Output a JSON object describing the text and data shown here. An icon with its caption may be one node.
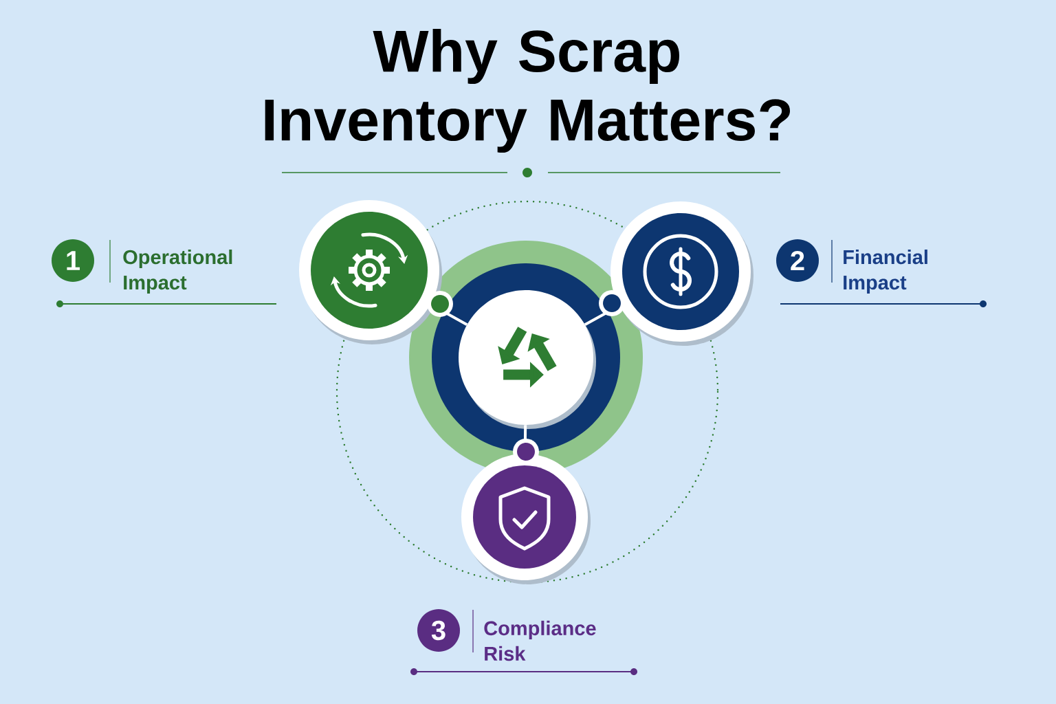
{
  "diagram": {
    "title": "Why Scrap Inventory Matters?",
    "nodes": [
      {
        "text": [],
        "shape": "circle"
      },
      {
        "text": [],
        "shape": "circle"
      },
      {
        "text": [],
        "shape": "circle"
      },
      {
        "text": [],
        "shape": "circle"
      },
      {
        "text": [
          "1"
        ],
        "beside": [
          "Operational Impact"
        ]
      },
      {
        "text": [
          "2"
        ],
        "beside": [
          "Financial Impact"
        ]
      },
      {
        "text": [
          "3"
        ],
        "beside": [
          "Compliance Risk"
        ]
      }
    ],
    "edges": [
      {
        "from": 0,
        "to": 1,
        "arrow": "other"
      },
      {
        "from": 0,
        "to": 2,
        "arrow": "other"
      },
      {
        "from": 0,
        "to": 3,
        "arrow": "other"
      }
    ]
  }
}
